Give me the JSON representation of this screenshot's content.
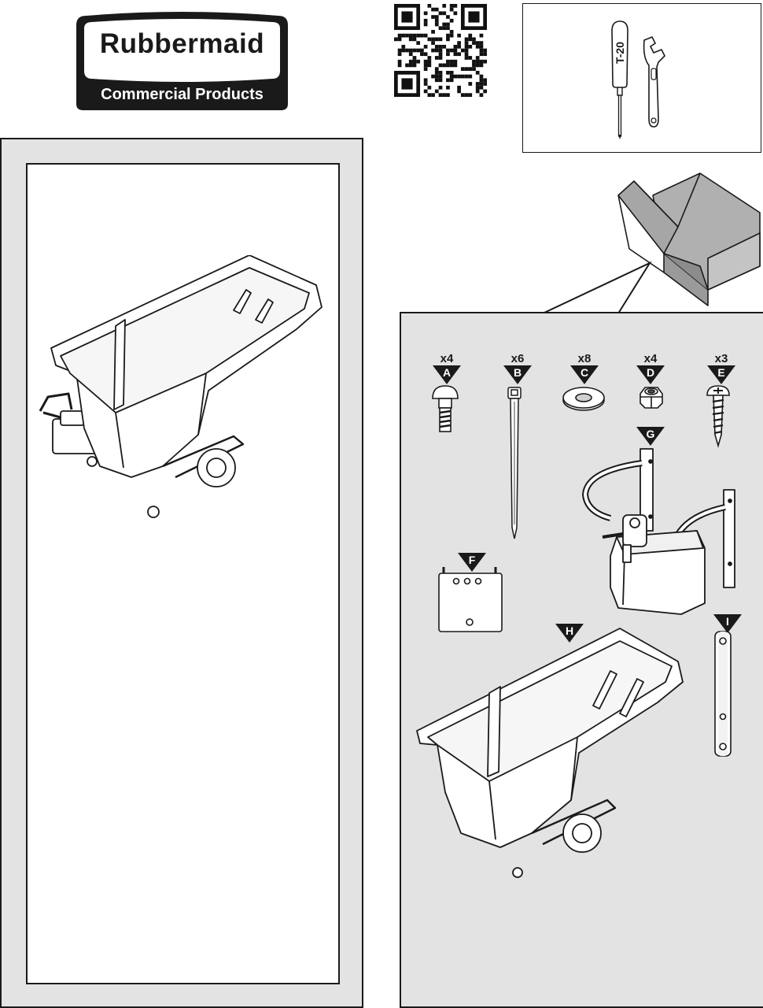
{
  "logo": {
    "brand": "Rubbermaid",
    "registered": "®",
    "division": "Commercial Products"
  },
  "tools": {
    "screwdriver_label": "T-20",
    "icons": [
      "screwdriver-icon",
      "wrench-icon"
    ]
  },
  "qr": {
    "icon": "qr-code-icon"
  },
  "parts": [
    {
      "letter": "A",
      "qty": "x4",
      "icon": "carriage-bolt-icon"
    },
    {
      "letter": "B",
      "qty": "x6",
      "icon": "cable-tie-icon"
    },
    {
      "letter": "C",
      "qty": "x8",
      "icon": "washer-icon"
    },
    {
      "letter": "D",
      "qty": "x4",
      "icon": "lock-nut-icon"
    },
    {
      "letter": "E",
      "qty": "x3",
      "icon": "screw-icon"
    },
    {
      "letter": "F",
      "icon": "mounting-plate-icon"
    },
    {
      "letter": "G",
      "icon": "handle-assembly-icon"
    },
    {
      "letter": "H",
      "icon": "tilt-truck-body-icon"
    },
    {
      "letter": "I",
      "icon": "strap-bar-icon"
    }
  ],
  "colors": {
    "panel_gray": "#e3e3e3",
    "line": "#1a1a1a",
    "box_gray": "#b0b0b0"
  }
}
